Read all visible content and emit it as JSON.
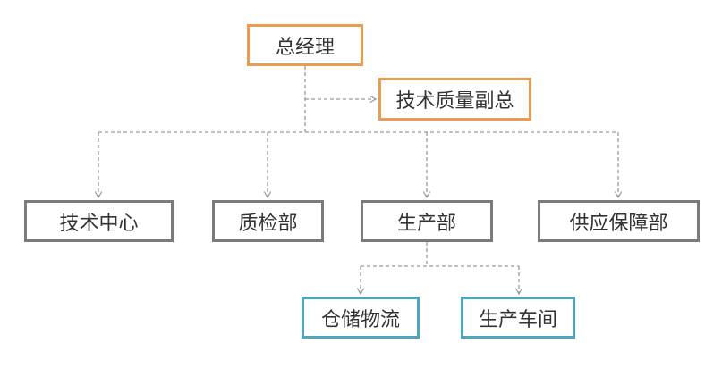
{
  "nodes": {
    "general_manager": "总经理",
    "tech_quality_deputy": "技术质量副总",
    "tech_center": "技术中心",
    "quality_inspection": "质检部",
    "production": "生产部",
    "supply_support": "供应保障部",
    "warehouse_logistics": "仓储物流",
    "production_workshop": "生产车间"
  },
  "colors": {
    "top_border": "#ed9c4f",
    "department_border": "#7b7b7b",
    "sub_border": "#4ba6bf",
    "connector": "#9a9a9a",
    "text": "#333333"
  }
}
